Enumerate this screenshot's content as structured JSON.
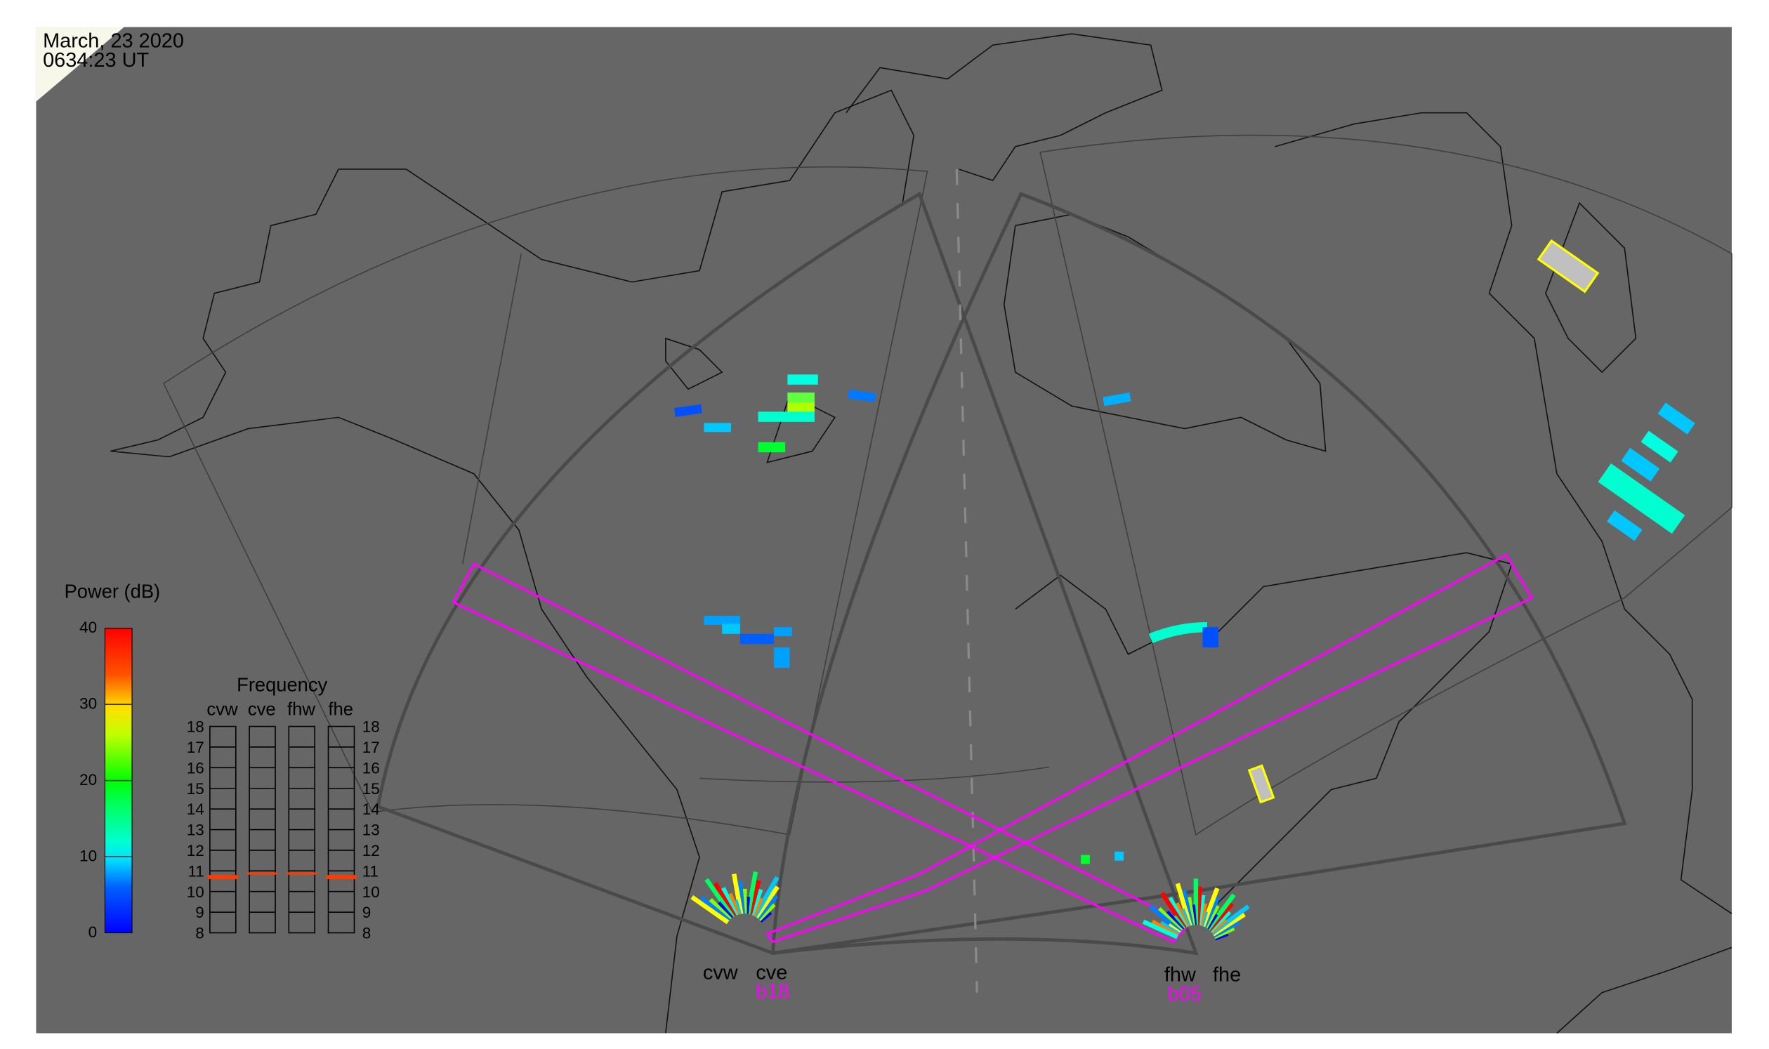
{
  "header": {
    "date": "March, 23 2020",
    "time": "0634:23 UT"
  },
  "colorbar": {
    "title": "Power (dB)",
    "ticks": [
      "40",
      "30",
      "20",
      "10",
      "0"
    ],
    "range": [
      0,
      40
    ],
    "colors": [
      "#0000ff",
      "#00c0ff",
      "#00ffe0",
      "#00ff00",
      "#ffff00",
      "#ff8000",
      "#ff0000"
    ]
  },
  "frequency": {
    "title": "Frequency",
    "columns": [
      "cvw",
      "cve",
      "fhw",
      "fhe"
    ],
    "ticks": [
      "18",
      "17",
      "16",
      "15",
      "14",
      "13",
      "12",
      "11",
      "10",
      "9",
      "8"
    ],
    "range_mhz": [
      8,
      18
    ],
    "markers": [
      {
        "radar": "cvw",
        "low": 10.6,
        "high": 10.8
      },
      {
        "radar": "cve",
        "low": 10.9,
        "high": 10.93
      },
      {
        "radar": "fhw",
        "low": 10.9,
        "high": 10.93
      },
      {
        "radar": "fhe",
        "low": 10.6,
        "high": 10.8
      }
    ],
    "marker_color": "#ff3c00"
  },
  "radars": {
    "cvw": "cvw",
    "cve": "cve",
    "cv_beam": "b18",
    "fhw": "fhw",
    "fhe": "fhe",
    "fh_beam": "b05"
  },
  "colors": {
    "background": "#666666",
    "daylight": "#f7f7ea",
    "beam": "#ff00ff",
    "fov": "#4a4a4a",
    "highlight": "#ffff00"
  }
}
